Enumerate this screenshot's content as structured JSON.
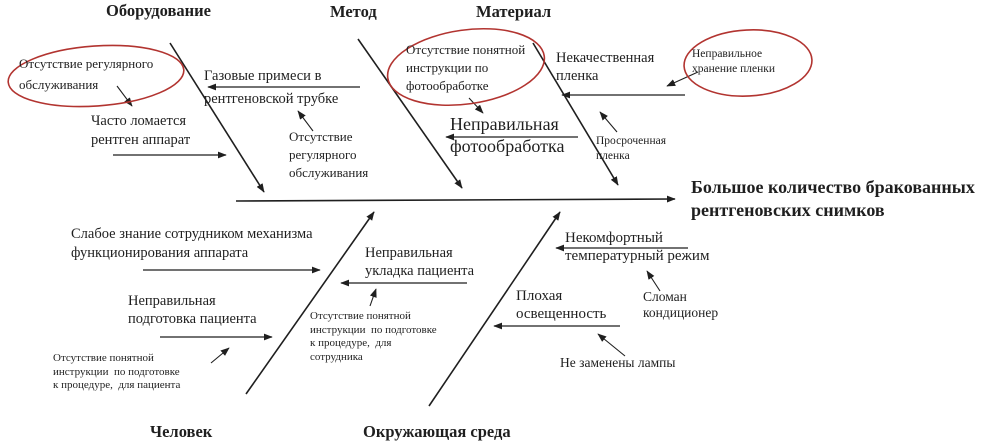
{
  "effect": [
    "Большое количество бракованных",
    "рентгеновских снимков"
  ],
  "categories": {
    "equipment": "Оборудование",
    "method": "Метод",
    "material": "Материал",
    "person": "Человек",
    "environment": "Окружающая среда"
  },
  "equipment": {
    "circled_cause": [
      "Отсутствие регулярного",
      "обслуживания"
    ],
    "breaks": [
      "Часто ломается",
      "рентген аппарат"
    ],
    "gas": [
      "Газовые примеси в",
      "рентгеновской трубке"
    ],
    "gas_subcause": [
      "Отсутствие",
      "регулярного",
      "обслуживания"
    ]
  },
  "method": {
    "circled_cause": [
      "Отсутствие понятной",
      "инструкции по",
      "фотообработке"
    ],
    "photoprocessing": [
      "Неправильная",
      "фотообработка"
    ]
  },
  "material": {
    "film": [
      "Некачественная",
      "пленка"
    ],
    "circled_cause": [
      "Неправильное",
      "хранение пленки"
    ],
    "expired": [
      "Просроченная",
      "пленка"
    ]
  },
  "person": {
    "knowledge": [
      "Слабое знание сотрудником механизма",
      "функционирования аппарата"
    ],
    "preparation": [
      "Неправильная",
      "подготовка пациента"
    ],
    "preparation_instruction": [
      "Отсутствие понятной",
      "инструкции  по подготовке",
      "к процедуре,  для пациента"
    ],
    "positioning": [
      "Неправильная",
      "укладка пациента"
    ],
    "positioning_instruction": [
      "Отсутствие понятной",
      "инструкции  по подготовке",
      "к процедуре,  для",
      "сотрудника"
    ]
  },
  "environment": {
    "temperature": [
      "Некомфортный",
      "температурный режим"
    ],
    "air_conditioner": [
      "Сломан",
      "кондиционер"
    ],
    "lighting": [
      "Плохая",
      "освещенность"
    ],
    "lamps": "Не заменены лампы"
  },
  "colors": {
    "line": "#1f1f1f",
    "text": "#1f1f1f",
    "highlight_red": "#b23430",
    "background": "#ffffff"
  }
}
